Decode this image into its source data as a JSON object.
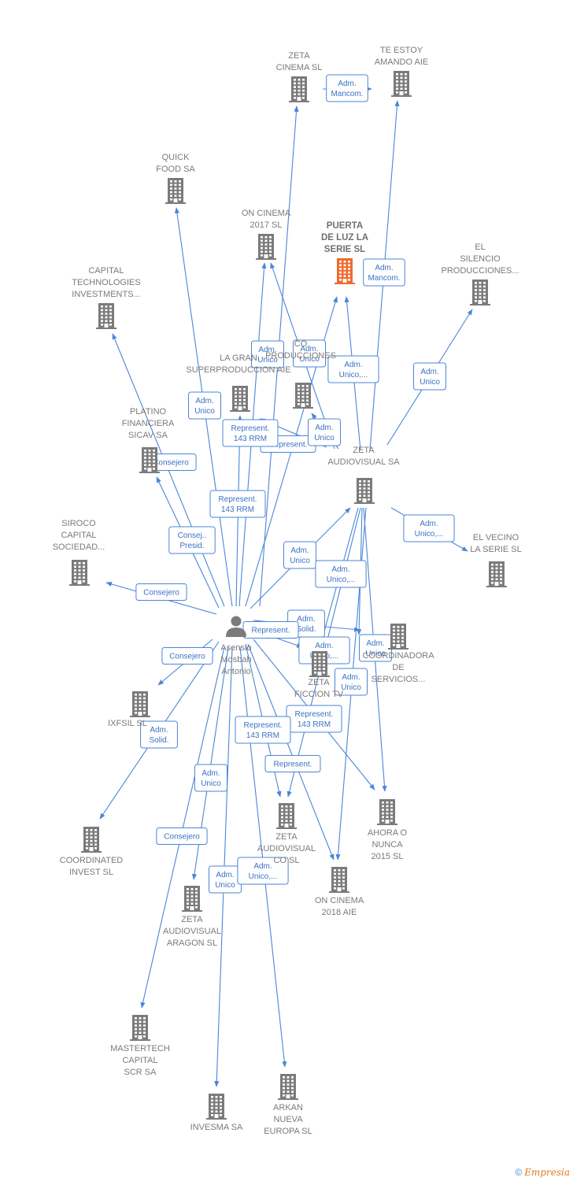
{
  "colors": {
    "edge": "#4a86d8",
    "node": "#7b7b7b",
    "highlight": "#f06a2e",
    "label": "#7a7a7a"
  },
  "nodes": [
    {
      "id": "person",
      "type": "person-icon",
      "lines": [
        "Asensio",
        "Mosbah",
        "Antonio"
      ]
    },
    {
      "id": "zeta_cinema",
      "type": "building-icon",
      "lines": [
        "ZETA",
        "CINEMA SL"
      ]
    },
    {
      "id": "te_estoy",
      "type": "building-icon",
      "lines": [
        "TE ESTOY",
        "AMANDO AIE"
      ]
    },
    {
      "id": "quick_food",
      "type": "building-icon",
      "lines": [
        "QUICK",
        "FOOD SA"
      ]
    },
    {
      "id": "on_cinema_2017",
      "type": "building-icon",
      "lines": [
        "ON CINEMA",
        "2017  SL"
      ]
    },
    {
      "id": "puerta_luz",
      "type": "building-icon",
      "highlight": true,
      "lines": [
        "PUERTA",
        "DE LUZ LA",
        "SERIE  SL"
      ]
    },
    {
      "id": "el_silencio",
      "type": "building-icon",
      "lines": [
        "EL",
        "SILENCIO",
        "PRODUCCIONES..."
      ]
    },
    {
      "id": "capital_tech",
      "type": "building-icon",
      "lines": [
        "CAPITAL",
        "TECHNOLOGIES",
        "INVESTMENTS..."
      ]
    },
    {
      "id": "la_gran",
      "type": "building-icon",
      "lines": [
        "LA GRAN",
        "SUPERPRODUCCION AIE"
      ]
    },
    {
      "id": "co_producciones",
      "type": "building-icon",
      "lines": [
        "CO",
        "PRODUCCIONES"
      ]
    },
    {
      "id": "platino",
      "type": "building-icon",
      "lines": [
        "PLATINO",
        "FINANCIERA",
        "SICAV SA"
      ]
    },
    {
      "id": "zeta_audiovisual_sa",
      "type": "building-icon",
      "lines": [
        "ZETA",
        "AUDIOVISUAL SA"
      ]
    },
    {
      "id": "siroco",
      "type": "building-icon",
      "lines": [
        "SIROCO",
        "CAPITAL",
        "SOCIEDAD..."
      ]
    },
    {
      "id": "el_vecino",
      "type": "building-icon",
      "lines": [
        "EL VECINO",
        "LA SERIE  SL"
      ]
    },
    {
      "id": "coordinadora",
      "type": "building-icon",
      "lines": [
        "COORDINADORA",
        "DE",
        "SERVICIOS..."
      ]
    },
    {
      "id": "zeta_ficcion",
      "type": "building-icon",
      "lines": [
        "ZETA",
        "FICCION TV"
      ]
    },
    {
      "id": "ixfsil",
      "type": "building-icon",
      "lines": [
        "IXFSIL SL"
      ]
    },
    {
      "id": "coordinated",
      "type": "building-icon",
      "lines": [
        "COORDINATED",
        "INVEST  SL"
      ]
    },
    {
      "id": "ahora_nunca",
      "type": "building-icon",
      "lines": [
        "AHORA O",
        "NUNCA",
        "2015  SL"
      ]
    },
    {
      "id": "zeta_av_sl",
      "type": "building-icon",
      "lines": [
        "ZETA",
        "AUDIOVISUAL",
        "CO  SL"
      ]
    },
    {
      "id": "on_cinema_2018",
      "type": "building-icon",
      "lines": [
        "ON CINEMA",
        "2018  AIE"
      ]
    },
    {
      "id": "zeta_aragon",
      "type": "building-icon",
      "lines": [
        "ZETA",
        "AUDIOVISUAL",
        "ARAGON SL"
      ]
    },
    {
      "id": "mastertech",
      "type": "building-icon",
      "lines": [
        "MASTERTECH",
        "CAPITAL",
        "SCR SA"
      ]
    },
    {
      "id": "invesma",
      "type": "building-icon",
      "lines": [
        "INVESMA SA"
      ]
    },
    {
      "id": "arkan",
      "type": "building-icon",
      "lines": [
        "ARKAN",
        "NUEVA",
        "EUROPA  SL"
      ]
    }
  ],
  "edges": [
    {
      "from": "person",
      "to": "zeta_cinema",
      "lines": [
        "Adm.",
        "Unico"
      ]
    },
    {
      "from": "zeta_audiovisual_sa",
      "to": "te_estoy",
      "lines": []
    },
    {
      "from": "zeta_cinema",
      "to": "te_estoy",
      "lines": [
        "Adm.",
        "Mancom."
      ]
    },
    {
      "from": "person",
      "to": "quick_food",
      "lines": [
        "Adm.",
        "Unico"
      ]
    },
    {
      "from": "person",
      "to": "on_cinema_2017",
      "lines": [
        "Represent.",
        "143 RRM"
      ]
    },
    {
      "from": "zeta_audiovisual_sa",
      "to": "on_cinema_2017",
      "lines": [
        "Adm.",
        "Unico"
      ]
    },
    {
      "from": "person",
      "to": "puerta_luz",
      "lines": [
        "Represent."
      ]
    },
    {
      "from": "zeta_audiovisual_sa",
      "to": "puerta_luz",
      "lines": [
        "Adm.",
        "Mancom."
      ]
    },
    {
      "from": "zeta_audiovisual_sa",
      "to": "el_silencio",
      "lines": [
        "Adm.",
        "Unico"
      ]
    },
    {
      "from": "person",
      "to": "capital_tech",
      "lines": [
        "Consej..",
        "Presid."
      ]
    },
    {
      "from": "person",
      "to": "la_gran",
      "lines": [
        "Represent.",
        "143 RRM"
      ]
    },
    {
      "from": "zeta_audiovisual_sa",
      "to": "la_gran",
      "lines": [
        "Adm.",
        "Unico,..."
      ]
    },
    {
      "from": "zeta_audiovisual_sa",
      "to": "co_producciones",
      "lines": [
        "Adm.",
        "Unico"
      ]
    },
    {
      "from": "person",
      "to": "platino",
      "lines": [
        "Consejero"
      ]
    },
    {
      "from": "person",
      "to": "zeta_audiovisual_sa",
      "lines": [
        "Adm.",
        "Unico"
      ]
    },
    {
      "from": "person",
      "to": "siroco",
      "lines": [
        "Consejero"
      ]
    },
    {
      "from": "zeta_audiovisual_sa",
      "to": "el_vecino",
      "lines": [
        "Adm.",
        "Unico,..."
      ]
    },
    {
      "from": "person",
      "to": "coordinadora",
      "lines": [
        "Adm.",
        "Solid."
      ]
    },
    {
      "from": "zeta_audiovisual_sa",
      "to": "coordinadora",
      "lines": [
        "Adm.",
        "Unico"
      ]
    },
    {
      "from": "person",
      "to": "zeta_ficcion",
      "lines": [
        "Represent."
      ]
    },
    {
      "from": "zeta_audiovisual_sa",
      "to": "zeta_ficcion",
      "lines": [
        "Adm.",
        "Unico,..."
      ]
    },
    {
      "from": "person",
      "to": "ixfsil",
      "lines": [
        "Consejero"
      ]
    },
    {
      "from": "person",
      "to": "coordinated",
      "lines": [
        "Adm.",
        "Solid."
      ]
    },
    {
      "from": "person",
      "to": "ahora_nunca",
      "lines": [
        "Represent.",
        "143 RRM"
      ]
    },
    {
      "from": "zeta_audiovisual_sa",
      "to": "ahora_nunca",
      "lines": []
    },
    {
      "from": "person",
      "to": "zeta_av_sl",
      "lines": [
        "Represent.",
        "143 RRM"
      ]
    },
    {
      "from": "zeta_audiovisual_sa",
      "to": "zeta_av_sl",
      "lines": [
        "Adm.",
        "Unico,..."
      ]
    },
    {
      "from": "person",
      "to": "on_cinema_2018",
      "lines": [
        "Represent."
      ]
    },
    {
      "from": "zeta_audiovisual_sa",
      "to": "on_cinema_2018",
      "lines": [
        "Adm.",
        "Unico"
      ]
    },
    {
      "from": "person",
      "to": "zeta_aragon",
      "lines": [
        "Adm.",
        "Unico"
      ]
    },
    {
      "from": "person",
      "to": "mastertech",
      "lines": [
        "Consejero"
      ]
    },
    {
      "from": "person",
      "to": "invesma",
      "lines": [
        "Adm.",
        "Unico"
      ]
    },
    {
      "from": "person",
      "to": "arkan",
      "lines": [
        "Adm.",
        "Unico,..."
      ]
    }
  ],
  "credit": {
    "copyright": "©",
    "brand": "Empresia"
  }
}
